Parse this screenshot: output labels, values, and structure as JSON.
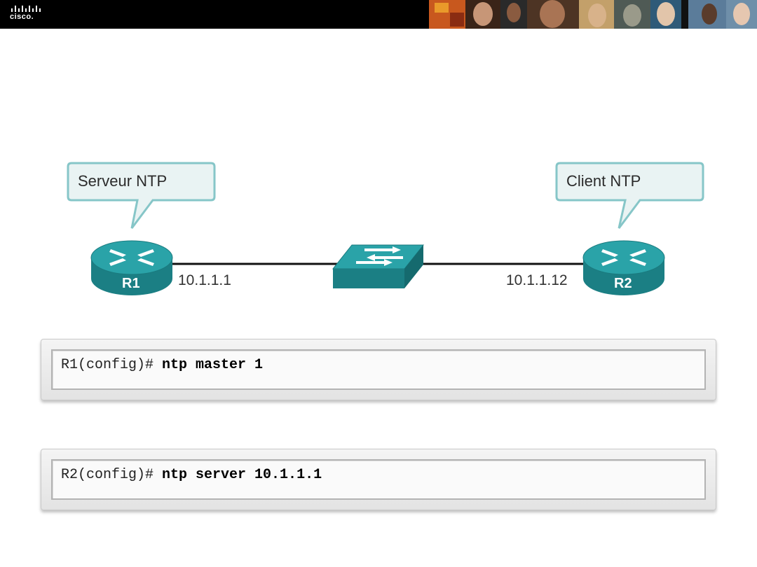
{
  "header": {
    "logo_text": "cisco.",
    "logo_icon": "cisco-bridge-icon"
  },
  "diagram": {
    "r1": {
      "label": "R1",
      "callout": "Serveur NTP",
      "ip": "10.1.1.1"
    },
    "r2": {
      "label": "R2",
      "callout": "Client NTP",
      "ip": "10.1.1.12"
    },
    "switch_icon": "switch-icon",
    "router_icon": "router-icon",
    "colors": {
      "device_teal": "#1f8f93",
      "callout_fill": "#e8f3f4",
      "callout_border": "#7fc4c7"
    }
  },
  "commands": [
    {
      "prompt": "R1(config)# ",
      "command": "ntp master 1"
    },
    {
      "prompt": "R2(config)# ",
      "command": "ntp server 10.1.1.1"
    }
  ]
}
